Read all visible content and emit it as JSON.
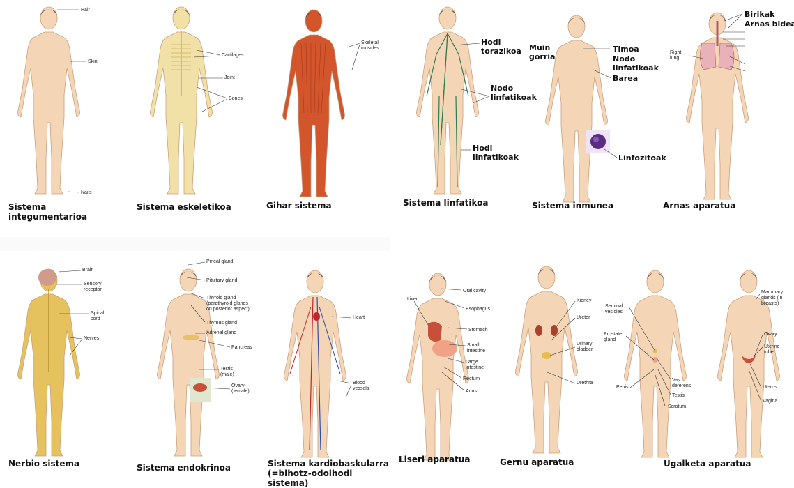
{
  "colors": {
    "skin": "#f4d6b6",
    "skin_outline": "#c9a07e",
    "hair": "#6b4a2e",
    "bone": "#f2e1a6",
    "muscle": "#d2552c",
    "lymph": "#2e7d4f",
    "artery": "#c0262d",
    "vein": "#2c4fa8",
    "nerve": "#e6c25e",
    "organ": "#c8503a",
    "lymphocyte": "#5a2d82"
  },
  "panels": [
    {
      "caption": "Sistema\nintegumentarioa",
      "labels": [
        "Hair",
        "Skin",
        "Nails"
      ]
    },
    {
      "caption": "Sistema eskeletikoa",
      "labels": [
        "Cartilages",
        "Joint",
        "Bones"
      ]
    },
    {
      "caption": "Gihar sistema",
      "labels": [
        "Skeletal\nmuscles"
      ]
    },
    {
      "caption": "Sistema linfatikoa",
      "labels": [
        "Hodi\ntorazikoa",
        "Nodo\nlinfatikoak",
        "Hodi\nlinfatikoak"
      ]
    },
    {
      "caption": "Sistema inmunea",
      "labels": [
        "Muin\ngorria",
        "Timoa",
        "Nodo\nlinfatikoak",
        "Barea",
        "Linfozitoak"
      ]
    },
    {
      "caption": "Arnas aparatua",
      "labels": [
        "Birikak",
        "Arnas bideak",
        "Right\nlung"
      ]
    },
    {
      "caption": "Nerbio sistema",
      "labels": [
        "Brain",
        "Sensory\nreceptor",
        "Spinal\ncord",
        "Nerves"
      ]
    },
    {
      "caption": "Sistema endokrinoa",
      "labels": [
        "Pineal gland",
        "Pituitary gland",
        "Thyroid gland\n(parathyroid glands\non posterior aspect)",
        "Thymus gland",
        "Adrenal gland",
        "Pancreas",
        "Testis\n(male)",
        "Ovary\n(female)"
      ]
    },
    {
      "caption": "Sistema kardiobaskularra\n(=bihotz-odolhodi\nsistema)",
      "labels": [
        "Heart",
        "Blood\nvessels"
      ]
    },
    {
      "caption": "Liseri aparatua",
      "labels": [
        "Liver",
        "Oral cavity",
        "Esophagus",
        "Stomach",
        "Small\nintestine",
        "Large\nintestine",
        "Rectum",
        "Anus"
      ]
    },
    {
      "caption": "Gernu aparatua",
      "labels": [
        "Kidney",
        "Ureter",
        "Urinary\nbladder",
        "Urethra"
      ]
    },
    {
      "caption": "Ugalketa aparatua",
      "labels": [
        "Seminal\nvesicles",
        "Prostate\ngland",
        "Penis",
        "Vas\ndeferens",
        "Testis",
        "Scrotum",
        "Mammary\nglands (in\nbreasts)",
        "Ovary",
        "Uterine\ntube",
        "Uterus",
        "Vagina"
      ]
    }
  ]
}
